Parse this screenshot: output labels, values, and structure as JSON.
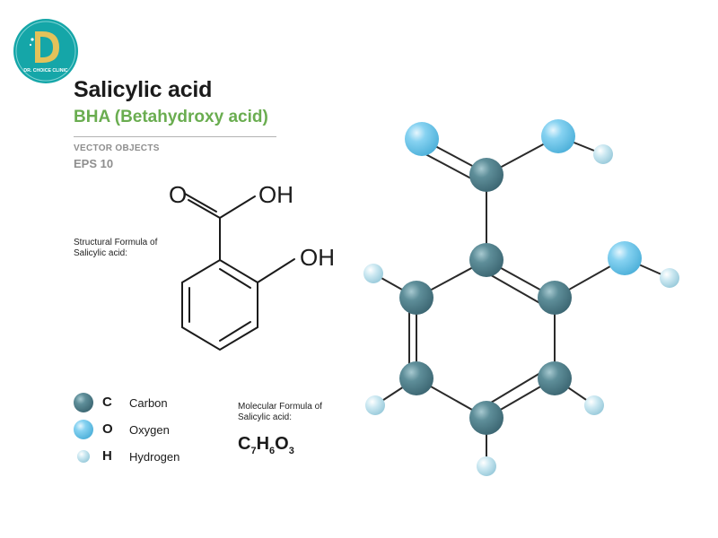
{
  "logo": {
    "text": "DR. CHOICE CLINIC",
    "colors": {
      "teal": "#15a6a8",
      "gold": "#e3c25a"
    }
  },
  "header": {
    "title": "Salicylic acid",
    "subtitle": "BHA  (Betahydroxy acid)",
    "meta_line1": "VECTOR OBJECTS",
    "meta_line2": "EPS 10"
  },
  "structural": {
    "caption_line1": "Structural Formula of",
    "caption_line2": "Salicylic acid:",
    "labels": {
      "carbonyl_o": "O",
      "carboxyl_oh": "OH",
      "phenol_oh": "OH"
    }
  },
  "molecular": {
    "caption_line1": "Molecular Formula of",
    "caption_line2": "Salicylic acid:",
    "formula": {
      "c": "C",
      "c_count": "7",
      "h": "H",
      "h_count": "6",
      "o": "O",
      "o_count": "3"
    }
  },
  "legend": [
    {
      "symbol": "C",
      "name": "Carbon",
      "color": "#4d7b86"
    },
    {
      "symbol": "O",
      "name": "Oxygen",
      "color": "#74c8ec"
    },
    {
      "symbol": "H",
      "name": "Hydrogen",
      "color": "#bfe2ee"
    }
  ],
  "colors": {
    "carbon": "#4d7b86",
    "oxygen": "#74c8ec",
    "hydrogen": "#bfe2ee",
    "accent_green": "#6aad50"
  }
}
